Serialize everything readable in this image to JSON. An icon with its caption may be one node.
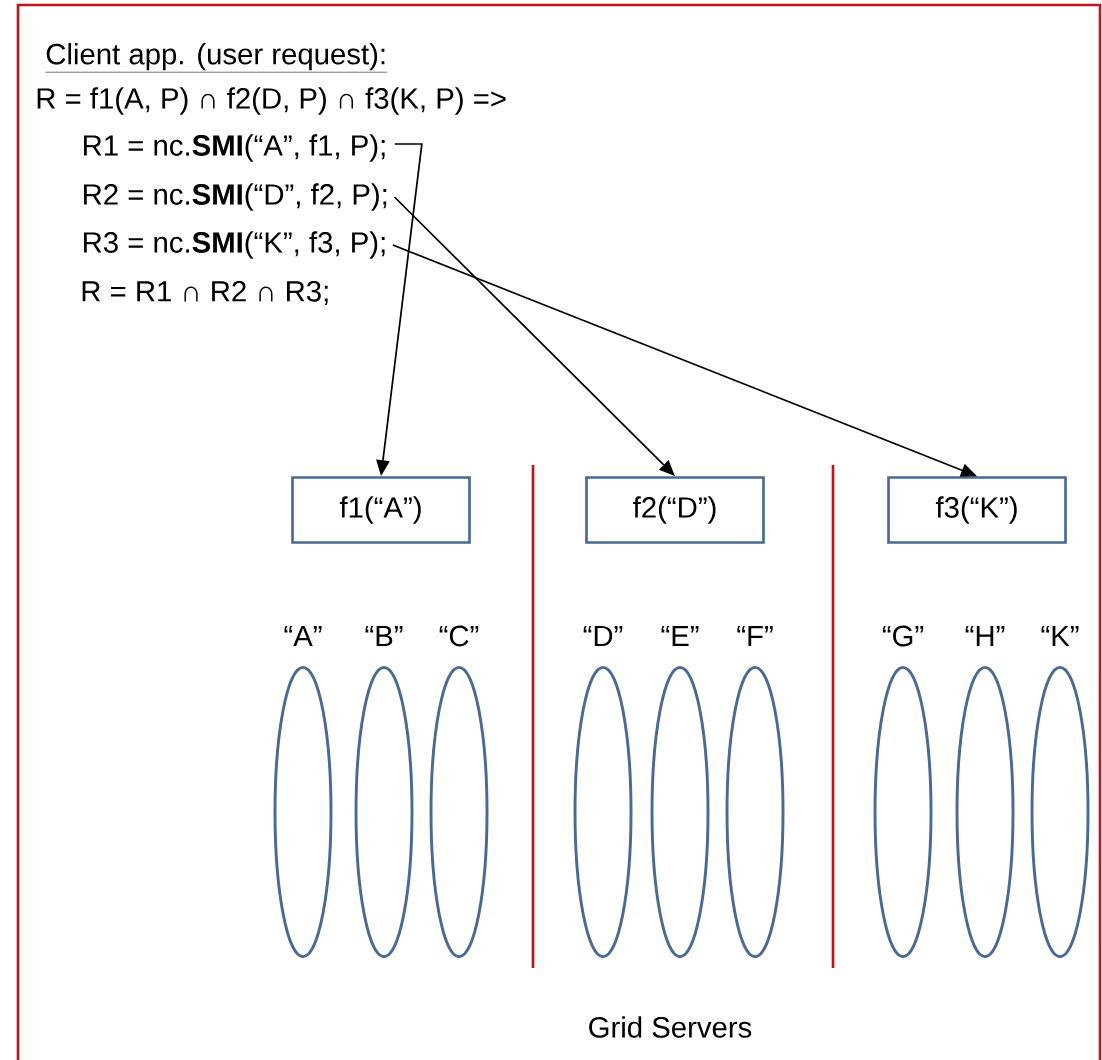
{
  "diagram": {
    "title": "Client app. (user request):",
    "caption": "Grid Servers",
    "nodes": [
      {
        "text": [
          "R1 = nc.**SMI**(“A”, f1, P);"
        ]
      },
      {
        "text": [
          "R2 = nc.**SMI**(“D”, f2, P);"
        ]
      },
      {
        "text": [
          "R3 = nc.**SMI**(“K”, f3, P);"
        ]
      },
      {
        "text": [
          "f1(“A”)"
        ]
      },
      {
        "text": [
          "f2(“D”)"
        ]
      },
      {
        "text": [
          "f3(“K”)"
        ]
      },
      {
        "text": [
          "“A”"
        ]
      },
      {
        "text": [
          "“B”"
        ]
      },
      {
        "text": [
          "“C”"
        ]
      },
      {
        "text": [
          "“D”"
        ]
      },
      {
        "text": [
          "“E”"
        ]
      },
      {
        "text": [
          "“F”"
        ]
      },
      {
        "text": [
          "“G”"
        ]
      },
      {
        "text": [
          "“H”"
        ]
      },
      {
        "text": [
          "“K”"
        ]
      }
    ],
    "edges": [
      {
        "from": 0,
        "to": 3,
        "arrow": "to"
      },
      {
        "from": 1,
        "to": 4,
        "arrow": "to"
      },
      {
        "from": 2,
        "to": 5,
        "arrow": "to"
      }
    ],
    "labels": [
      "R = f1(A, P) ∩ f2(D, P) ∩ f3(K, P)  =>",
      "R = R1 ∩ R2 ∩ R3;"
    ]
  }
}
